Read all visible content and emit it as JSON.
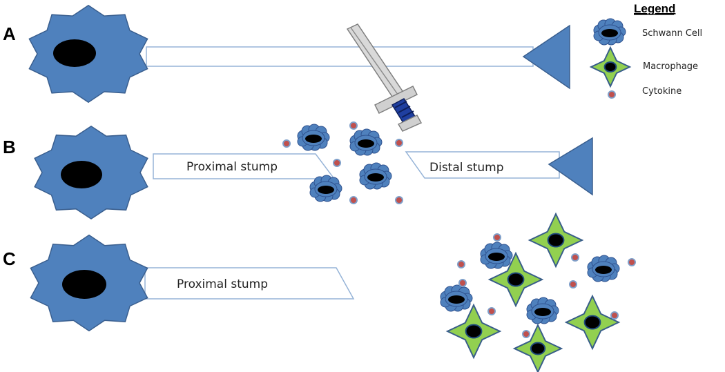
{
  "panels": {
    "a": {
      "label": "A"
    },
    "b": {
      "label": "B",
      "proximal_label": "Proximal stump",
      "distal_label": "Distal stump"
    },
    "c": {
      "label": "C",
      "proximal_label": "Proximal stump"
    }
  },
  "legend": {
    "title": "Legend",
    "items": [
      {
        "icon": "schwann-cell-icon",
        "label": "Schwann Cell"
      },
      {
        "icon": "macrophage-icon",
        "label": "Macrophage"
      },
      {
        "icon": "cytokine-icon",
        "label": "Cytokine"
      }
    ]
  },
  "colors": {
    "cell_body": "#4f81bd",
    "cell_outline": "#3a5f8f",
    "schwann": "#4f81bd",
    "macrophage_fill": "#92d050",
    "macrophage_outline": "#385d8a",
    "cytokine_fill": "#c0504d",
    "cytokine_outline": "#7f9fc9",
    "axon_line": "#95b3d7"
  }
}
